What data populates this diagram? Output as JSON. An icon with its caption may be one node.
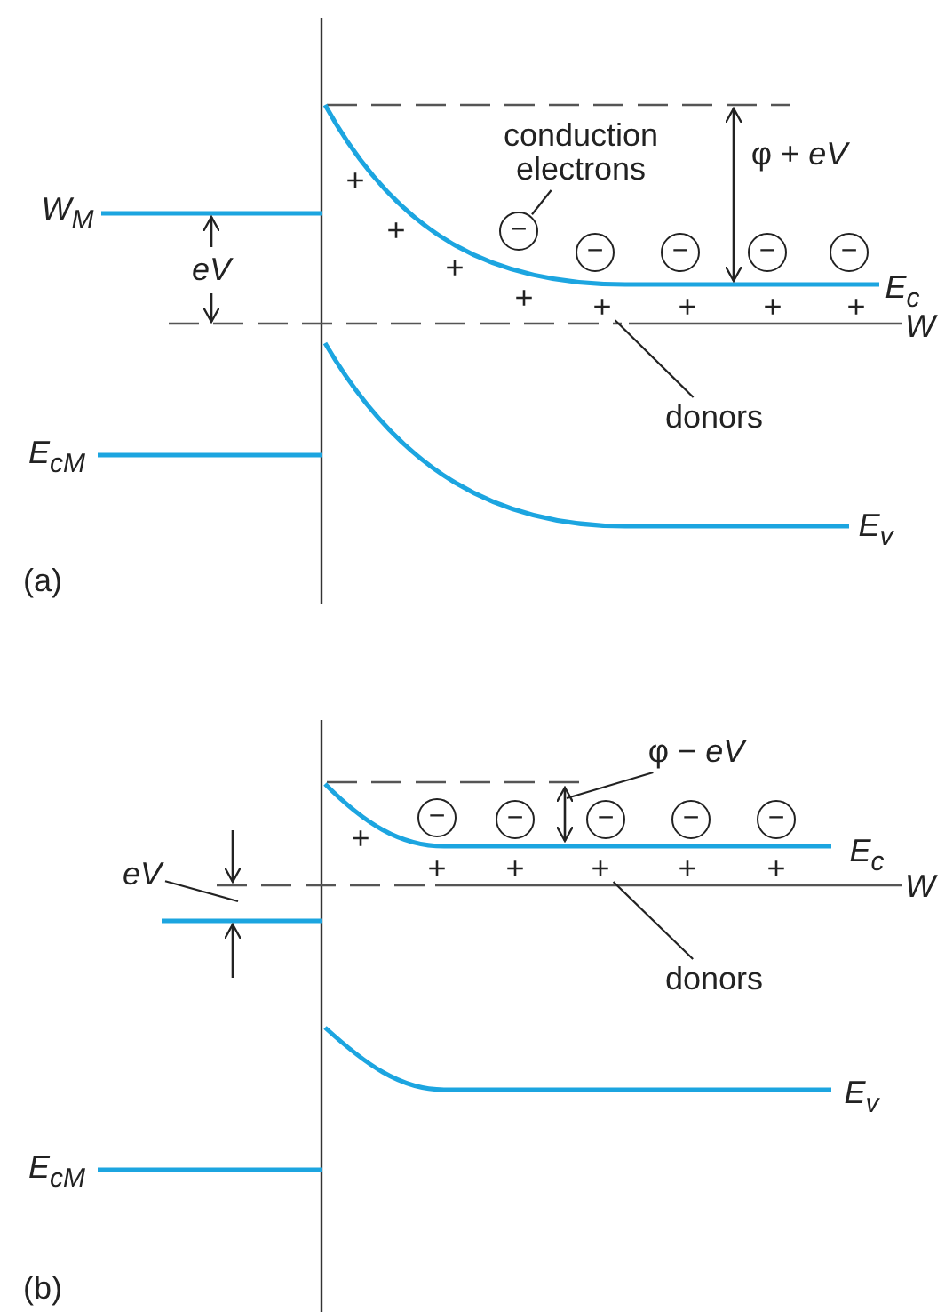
{
  "diagram": {
    "nodes": [
      {
        "text": [
          "conduction electrons"
        ]
      },
      {
        "text": [
          "−"
        ]
      },
      {
        "text": [
          "−"
        ]
      },
      {
        "text": [
          "−"
        ]
      },
      {
        "text": [
          "−"
        ]
      },
      {
        "text": [
          "−"
        ]
      },
      {
        "text": [
          "donors"
        ]
      },
      {
        "text": [
          "φ − *eV*"
        ]
      },
      {
        "text": [
          "eV"
        ]
      },
      {
        "text": [
          "−"
        ]
      },
      {
        "text": [
          "−"
        ]
      },
      {
        "text": [
          "−"
        ]
      },
      {
        "text": [
          "−"
        ]
      },
      {
        "text": [
          "−"
        ]
      },
      {
        "text": [
          "donors"
        ]
      },
      {
        "text": [
          "+"
        ]
      },
      {
        "text": [
          "+"
        ]
      },
      {
        "text": [],
        "shape": "arrow"
      }
    ],
    "edges": [
      {
        "from": 0,
        "to": 1,
        "arrow": "none"
      },
      {
        "from": 6,
        "to": 15,
        "arrow": "none"
      },
      {
        "from": 7,
        "to": 17,
        "arrow": "none"
      },
      {
        "from": 8,
        "to": null,
        "arrow": "none"
      },
      {
        "from": 14,
        "to": 16,
        "arrow": "none"
      }
    ],
    "labels": [
      "φ + *eV*",
      "W$_{M}$",
      "+",
      "+",
      "+",
      "+",
      "+",
      "+",
      "+",
      "eV",
      "E$_{c}$",
      "W",
      "E$_{cM}$",
      "E$_{v}$",
      "(a)",
      "+",
      "+",
      "+",
      "+",
      "+",
      "E$_{c}$",
      "W",
      "E$_{v}$",
      "E$_{cM}$",
      "(b)"
    ]
  }
}
